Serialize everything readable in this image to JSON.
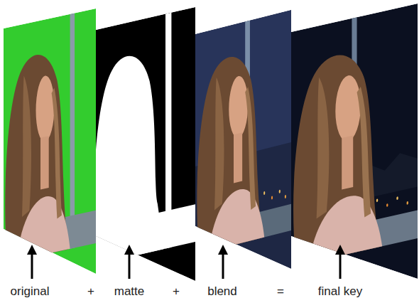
{
  "diagram": {
    "labels": [
      "original",
      "+",
      "matte",
      "+",
      "blend",
      "=",
      "final key"
    ]
  }
}
